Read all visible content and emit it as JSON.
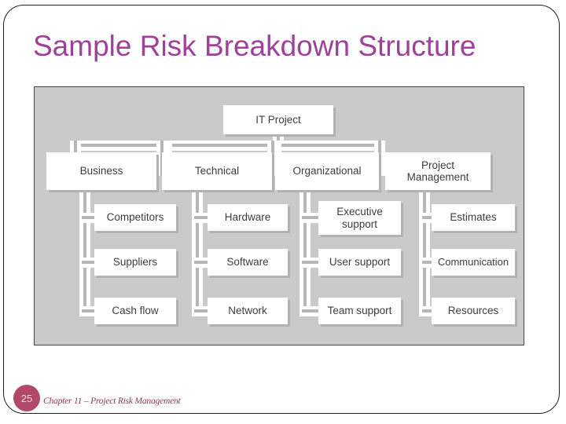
{
  "slide": {
    "title": "Sample Risk Breakdown Structure"
  },
  "footer": {
    "page_number": "25",
    "course_label": "Chapter 11 – Project Risk Management"
  },
  "colors": {
    "title_text": "#a0409a",
    "footer_badge": "#b14a6a",
    "footer_text": "#8e3456",
    "figure_background": "#cacaca",
    "node_background": "#ffffff",
    "node_text": "#3d3d3d",
    "connector_inner_line": "#b6b6b6",
    "node_shadow": "#b2b2b2"
  },
  "diagram": {
    "root": {
      "label": "IT Project"
    },
    "categories": [
      {
        "label": "Business",
        "children": [
          "Competitors",
          "Suppliers",
          "Cash flow"
        ]
      },
      {
        "label": "Technical",
        "children": [
          "Hardware",
          "Software",
          "Network"
        ]
      },
      {
        "label": "Organizational",
        "children": [
          "Executive support",
          "User support",
          "Team support"
        ]
      },
      {
        "label": "Project Management",
        "children": [
          "Estimates",
          "Communication",
          "Resources"
        ]
      }
    ]
  }
}
